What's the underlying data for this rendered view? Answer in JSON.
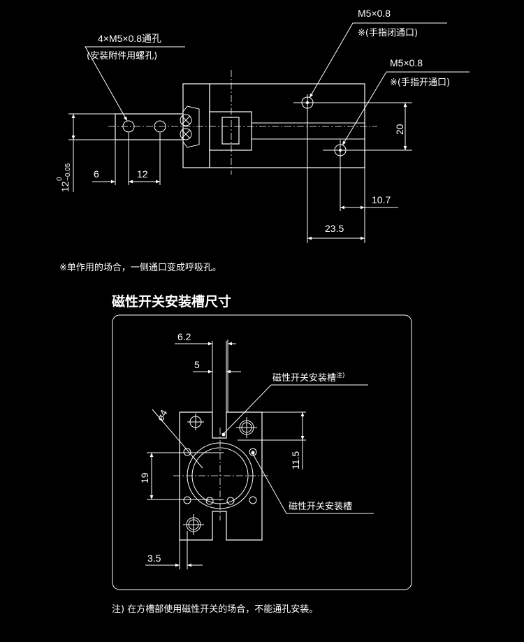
{
  "top_view": {
    "callout_mount": {
      "line1": "4×M5×0.8通孔",
      "line2": "(安装附件用螺孔)"
    },
    "callout_close_port": {
      "line1": "M5×0.8",
      "line2": "※(手指闭通口)"
    },
    "callout_open_port": {
      "line1": "M5×0.8",
      "line2": "※(手指开通口)"
    },
    "dims": {
      "height": "12",
      "tol_upper": "0",
      "tol_lower": "−0.05",
      "d6": "6",
      "d12": "12",
      "d20": "20",
      "d10_7": "10.7",
      "d23_5": "23.5"
    }
  },
  "note_single_acting": "※单作用的场合，一侧通口变成呼吸孔。",
  "section_title": "磁性开关安装槽尺寸",
  "end_view": {
    "dims": {
      "d6_2": "6.2",
      "d5": "5",
      "d11_5": "11.5",
      "d19": "19",
      "d3_5": "3.5",
      "phi4": "ø4"
    },
    "label_slot_note": "磁性开关安装槽",
    "label_slot_note_sup": "注)",
    "label_slot": "磁性开关安装槽"
  },
  "footnote": "注) 在方槽部使用磁性开关的场合，不能通孔安装。"
}
